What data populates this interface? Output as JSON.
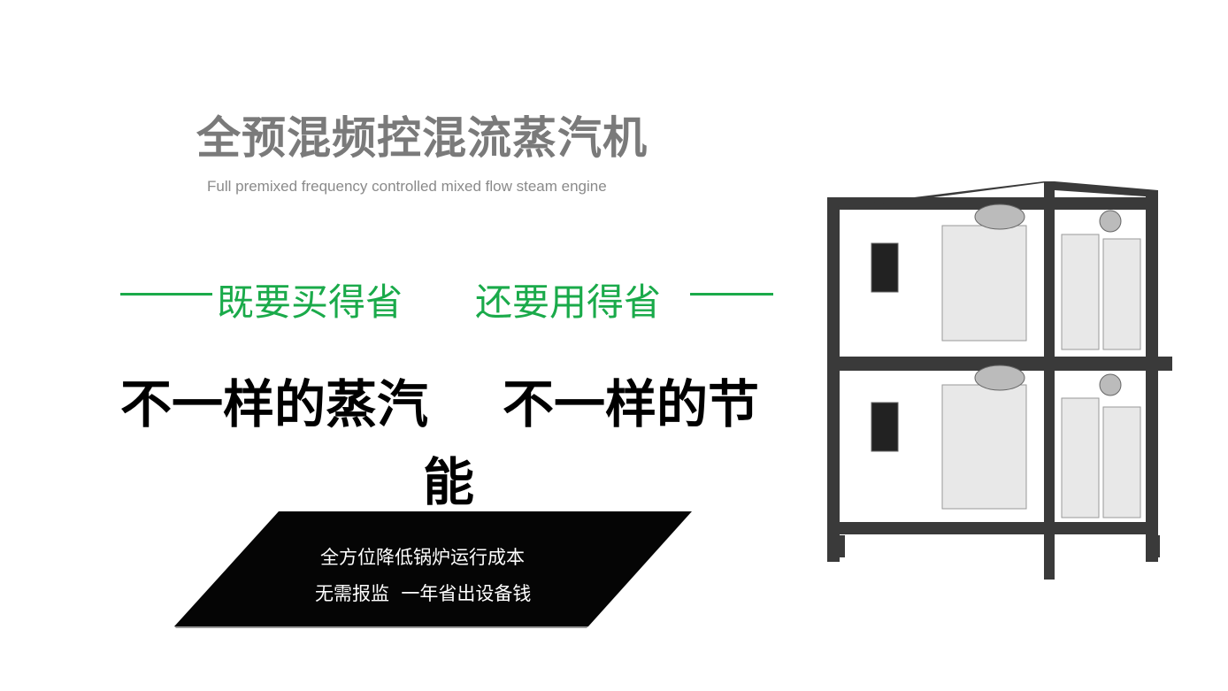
{
  "header": {
    "title": "全预混频控混流蒸汽机",
    "subtitle": "Full premixed frequency controlled mixed flow steam engine"
  },
  "slogan": {
    "left": "既要买得省",
    "right": "还要用得省"
  },
  "headline": {
    "line1a": "不一样的蒸汽",
    "line1b": "不一样的节",
    "line2": "能"
  },
  "banner": {
    "line1": "全方位降低锅炉运行成本",
    "line2": "无需报监  一年省出设备钱"
  },
  "colors": {
    "accent": "#1aaa4a",
    "title": "#7a7a7a",
    "banner": "#050505"
  }
}
